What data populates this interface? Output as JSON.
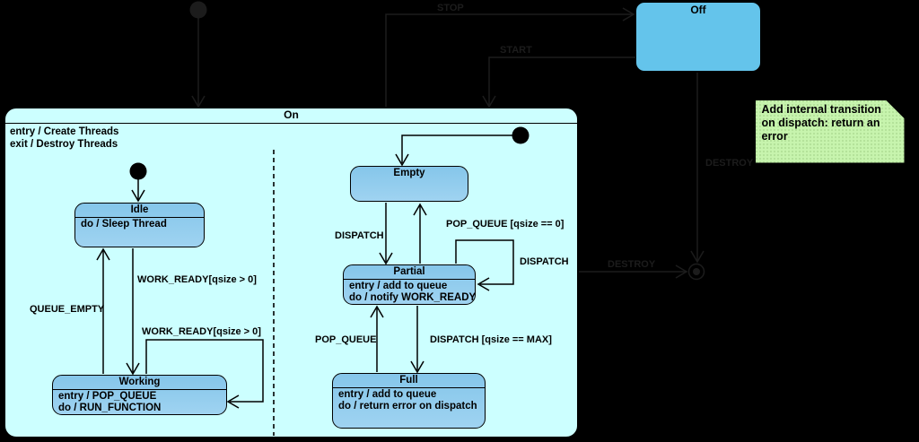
{
  "colors": {
    "canvas_bg": "#000000",
    "on_fill": "#ccffff",
    "substate_fill_top": "#85c6ea",
    "substate_fill_bottom": "#9fd3f1",
    "off_fill": "#64c4eb",
    "note_fill": "#c7f4ae",
    "stroke": "#000000",
    "faint": "#1c1c1c"
  },
  "top_level": {
    "labels": {
      "stop": "STOP",
      "start": "START",
      "destroy_from_off": "DESTROY",
      "destroy_from_on": "DESTROY"
    },
    "off_state": {
      "title": "Off"
    },
    "note": {
      "text": "Add internal transition on dispatch: return an error"
    }
  },
  "on_state": {
    "title": "On",
    "actions": [
      "entry / Create Threads",
      "exit / Destroy Threads"
    ],
    "worker_region": {
      "idle": {
        "title": "Idle",
        "actions": [
          "do / Sleep Thread"
        ]
      },
      "working": {
        "title": "Working",
        "actions": [
          "entry / POP_QUEUE",
          "do / RUN_FUNCTION"
        ]
      },
      "labels": {
        "work_ready_to_working": "WORK_READY[qsize > 0]",
        "queue_empty": "QUEUE_EMPTY",
        "work_ready_self": "WORK_READY[qsize > 0]"
      }
    },
    "queue_region": {
      "empty": {
        "title": "Empty"
      },
      "partial": {
        "title": "Partial",
        "actions": [
          "entry / add to queue",
          "do / notify WORK_READY"
        ]
      },
      "full": {
        "title": "Full",
        "actions": [
          "entry / add to queue",
          "do / return error on dispatch"
        ]
      },
      "labels": {
        "dispatch_to_partial": "DISPATCH",
        "pop_queue_to_empty": "POP_QUEUE [qsize == 0]",
        "dispatch_self": "DISPATCH",
        "pop_queue_to_partial": "POP_QUEUE",
        "dispatch_to_full": "DISPATCH [qsize == MAX]"
      }
    }
  }
}
